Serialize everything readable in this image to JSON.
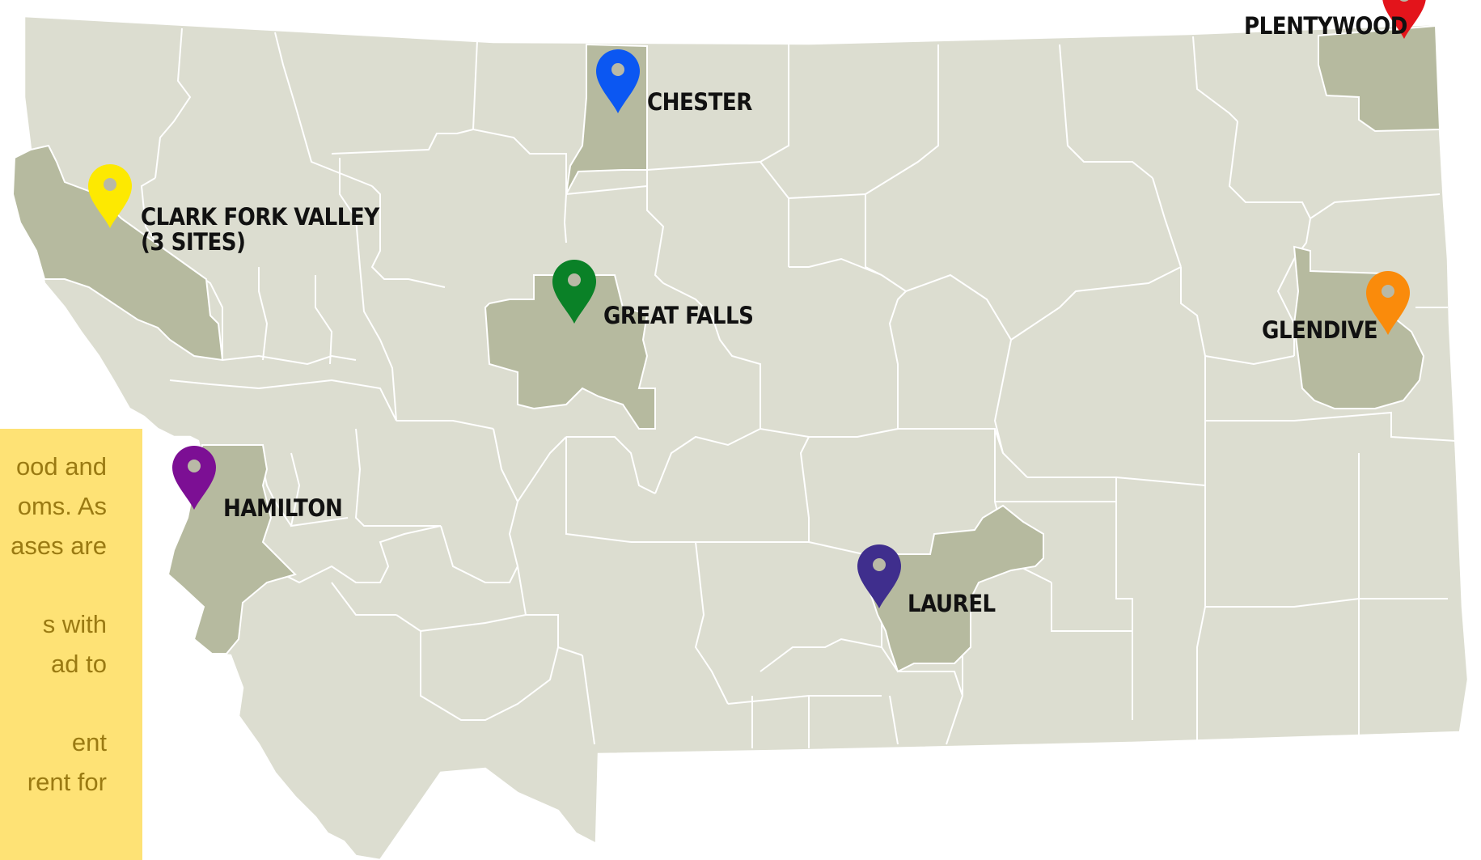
{
  "map": {
    "colors": {
      "state_fill": "#dcddd0",
      "highlight_fill": "#b6ba9f",
      "border": "#ffffff",
      "label": "#111111"
    },
    "pins": [
      {
        "id": "plentywood",
        "label": "PLENTYWOOD",
        "color": "#e3141b"
      },
      {
        "id": "chester",
        "label": "CHESTER",
        "color": "#0b57f2"
      },
      {
        "id": "clark-fork-valley",
        "label": "CLARK FORK VALLEY",
        "label2": "(3 SITES)",
        "color": "#fde901"
      },
      {
        "id": "great-falls",
        "label": "GREAT FALLS",
        "color": "#0a8127"
      },
      {
        "id": "glendive",
        "label": "GLENDIVE",
        "color": "#fa8b0b"
      },
      {
        "id": "hamilton",
        "label": "HAMILTON",
        "color": "#7c0f94"
      },
      {
        "id": "laurel",
        "label": "LAUREL",
        "color": "#3f2e8d"
      }
    ]
  },
  "info_box": {
    "lines": [
      "ood and",
      "oms.  As",
      "ases are",
      "",
      "s with",
      "ad to",
      "",
      "ent",
      "rent for"
    ],
    "color": "#fee275"
  }
}
